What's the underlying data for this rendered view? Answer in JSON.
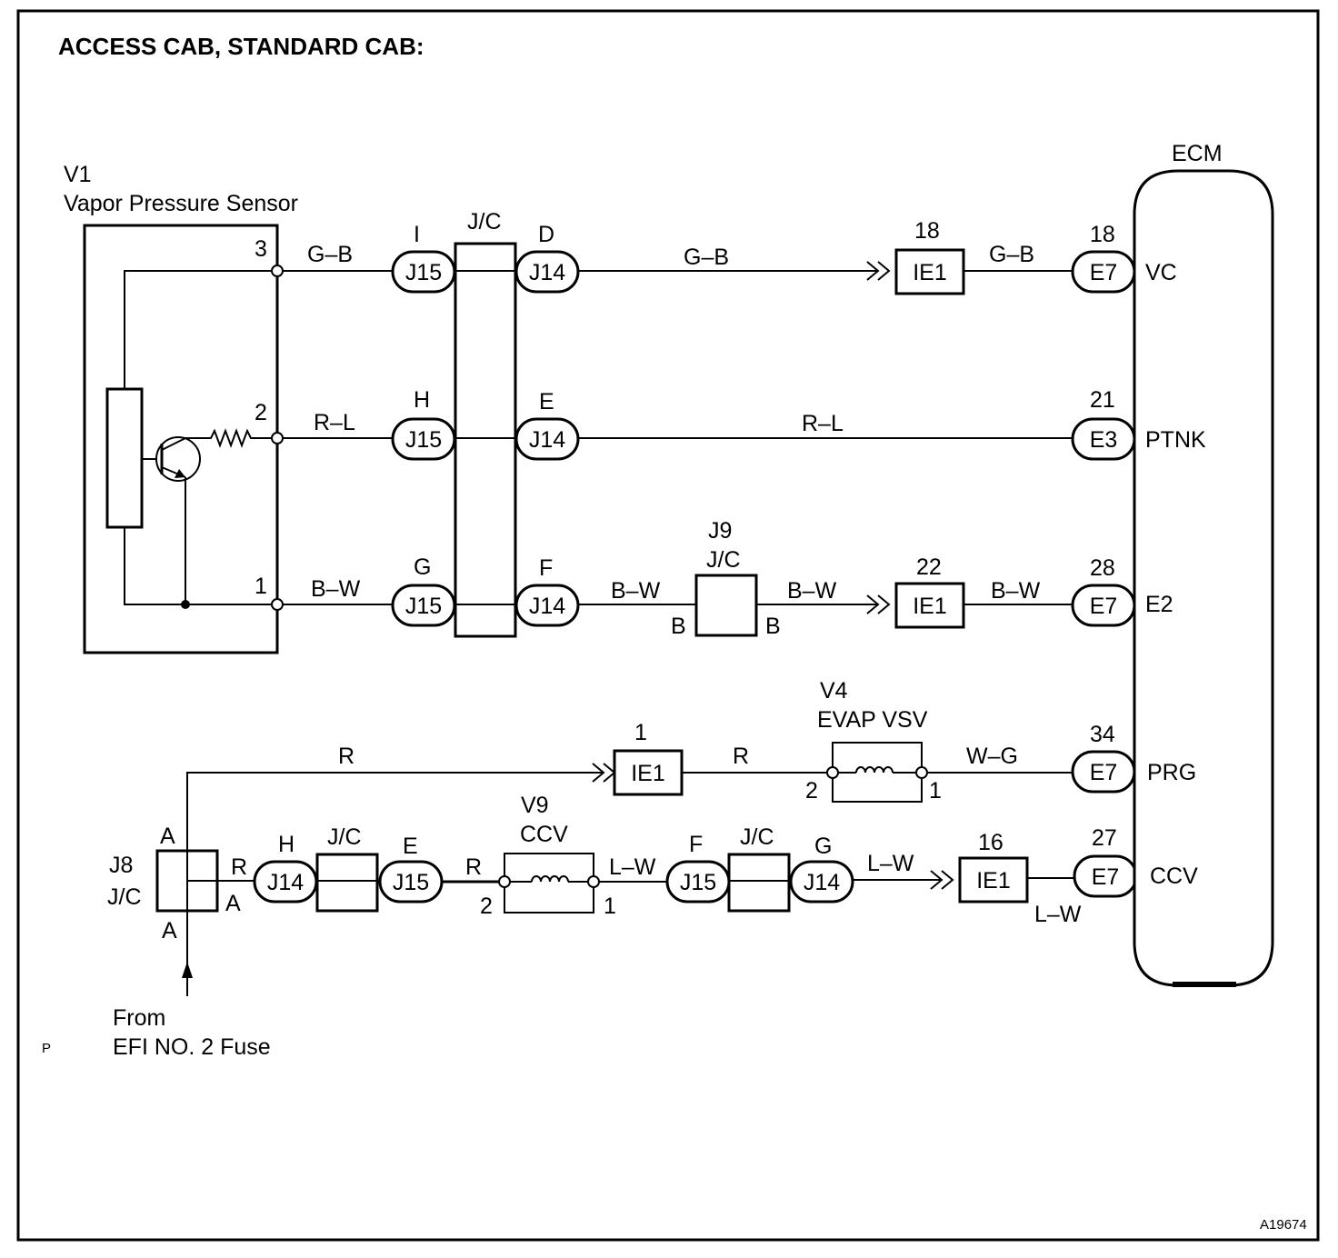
{
  "title": "ACCESS CAB, STANDARD CAB:",
  "figure_id": "A19674",
  "corner_mark": "P",
  "sensor": {
    "code": "V1",
    "name": "Vapor Pressure Sensor",
    "pins": [
      "3",
      "2",
      "1"
    ]
  },
  "ecm": {
    "label": "ECM",
    "terminals": [
      "VC",
      "PTNK",
      "E2",
      "PRG",
      "CCV"
    ]
  },
  "jc_label": "J/C",
  "wire_colors": {
    "gb": "G–B",
    "rl": "R–L",
    "bw": "B–W",
    "r": "R",
    "wg": "W–G",
    "lw": "L–W"
  },
  "connectors": {
    "j15": "J15",
    "j14": "J14",
    "ie1": "IE1",
    "e7": "E7",
    "e3": "E3"
  },
  "pins": {
    "I": "I",
    "D": "D",
    "H": "H",
    "E": "E",
    "G": "G",
    "F": "F",
    "A": "A",
    "B": "B",
    "p18": "18",
    "p21": "21",
    "p22": "22",
    "p28": "28",
    "p34": "34",
    "p27": "27",
    "p16": "16",
    "p1": "1",
    "p2": "2"
  },
  "j9": {
    "code": "J9",
    "label": "J/C"
  },
  "j8": {
    "code": "J8",
    "label": "J/C"
  },
  "v4": {
    "code": "V4",
    "name": "EVAP VSV"
  },
  "v9": {
    "code": "V9",
    "name": "CCV"
  },
  "source": {
    "line1": "From",
    "line2": "EFI NO. 2 Fuse"
  }
}
